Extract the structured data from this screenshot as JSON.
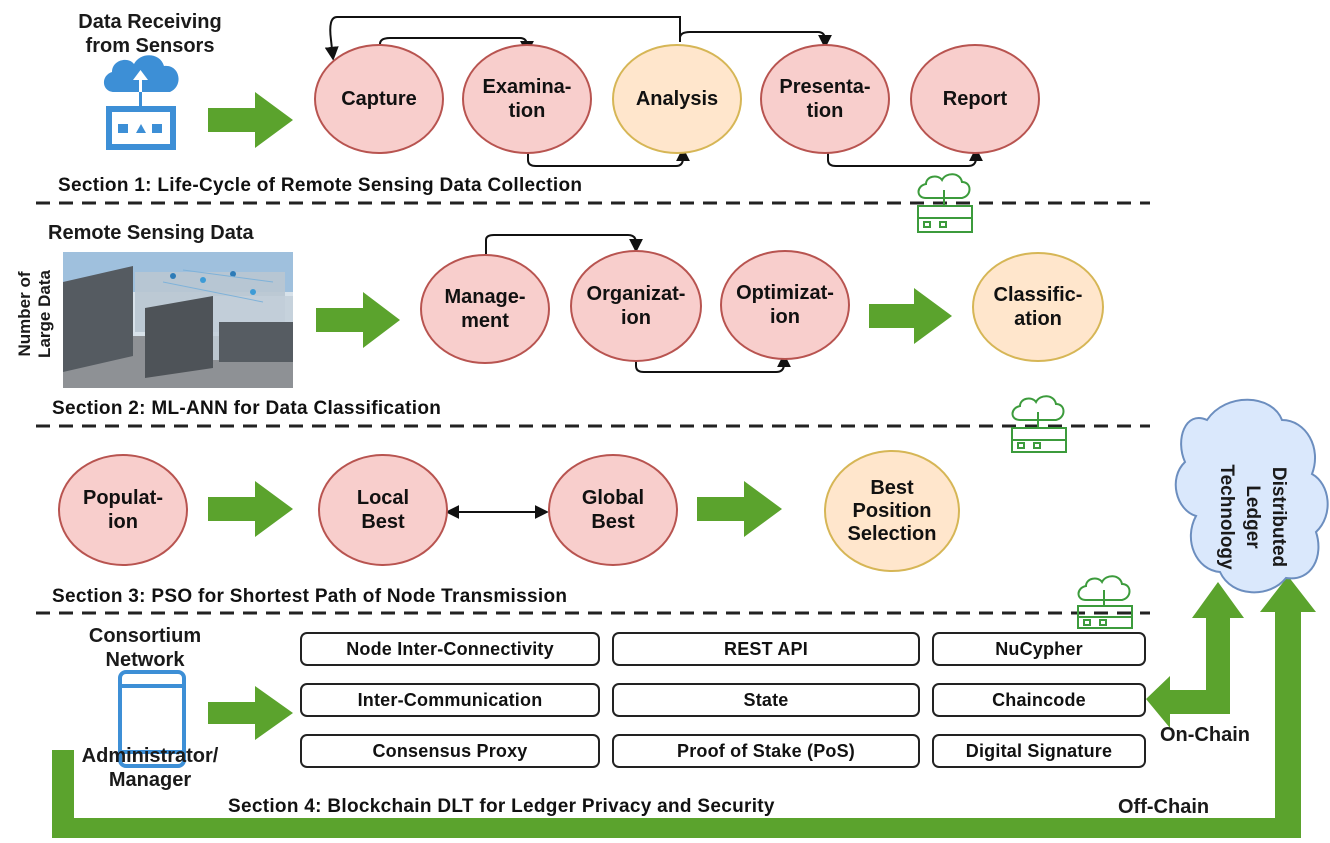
{
  "section1": {
    "title": "Section 1: Life-Cycle of Remote Sensing Data Collection",
    "source_label": "Data Receiving\nfrom Sensors",
    "nodes": [
      "Capture",
      "Examina-\ntion",
      "Analysis",
      "Presenta-\ntion",
      "Report"
    ]
  },
  "section2": {
    "title": "Section 2: ML-ANN for Data Classification",
    "source_label": "Remote Sensing Data",
    "side_label": "Number of\nLarge Data",
    "nodes": [
      "Manage-\nment",
      "Organizat-\nion",
      "Optimizat-\nion",
      "Classific-\nation"
    ]
  },
  "section3": {
    "title": "Section 3: PSO for Shortest Path of Node Transmission",
    "nodes": [
      "Populat-\nion",
      "Local\nBest",
      "Global\nBest",
      "Best\nPosition\nSelection"
    ]
  },
  "section4": {
    "title": "Section 4: Blockchain DLT for Ledger Privacy and Security",
    "network_label": "Consortium\nNetwork",
    "admin_label": "Administrator/\nManager",
    "boxes": [
      [
        "Node Inter-Connectivity",
        "REST API",
        "NuCypher"
      ],
      [
        "Inter-Communication",
        "State",
        "Chaincode"
      ],
      [
        "Consensus Proxy",
        "Proof of Stake (PoS)",
        "Digital Signature"
      ]
    ],
    "on_chain": "On-Chain",
    "off_chain": "Off-Chain"
  },
  "dlt": {
    "label": "Distributed\nLedger\nTechnology"
  },
  "colors": {
    "node_fill": "#f8cecc",
    "node_stroke": "#b85450",
    "highlight_fill": "#ffe6cc",
    "highlight_stroke": "#d6b656",
    "arrow_green": "#5ba32d",
    "cloud_fill": "#dae8fc",
    "cloud_stroke": "#6c8ebf",
    "icon_blue": "#3d8fd6",
    "icon_green": "#3c9b3c"
  },
  "icons": [
    "cloud-server-icon",
    "tablet-icon",
    "cloud-network-icon",
    "green-arrow-icon"
  ]
}
